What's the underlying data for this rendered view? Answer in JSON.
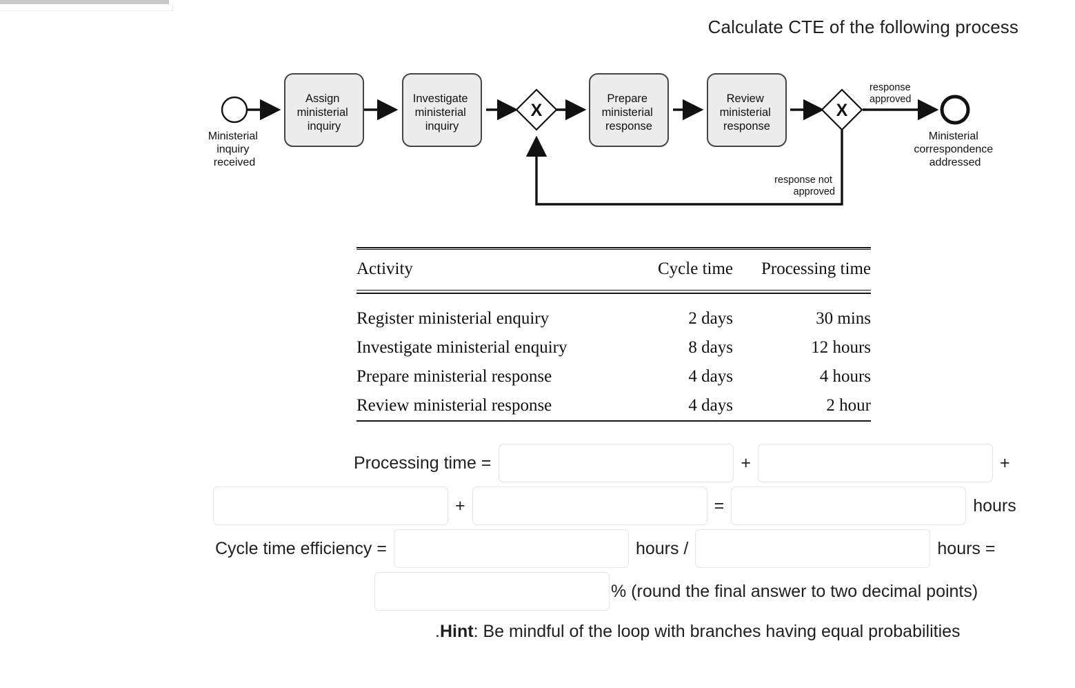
{
  "page_title": "Calculate CTE of the following process",
  "diagram": {
    "start_event_label": "Ministerial\ninquiry\nreceived",
    "start_event_label_lines": [
      "Ministerial",
      "inquiry",
      "received"
    ],
    "tasks": [
      {
        "lines": [
          "Assign",
          "ministerial",
          "inquiry"
        ]
      },
      {
        "lines": [
          "Investigate",
          "ministerial",
          "inquiry"
        ]
      },
      {
        "lines": [
          "Prepare",
          "ministerial",
          "response"
        ]
      },
      {
        "lines": [
          "Review",
          "ministerial",
          "response"
        ]
      }
    ],
    "gateway_symbol": "X",
    "flow_labels": {
      "approved": [
        "response",
        "approved"
      ],
      "not_approved": [
        "response not",
        "approved"
      ]
    },
    "end_event_label_lines": [
      "Ministerial",
      "correspondence",
      "addressed"
    ]
  },
  "table": {
    "columns": [
      "Activity",
      "Cycle time",
      "Processing time"
    ],
    "rows": [
      {
        "activity": "Register ministerial enquiry",
        "cycle_time": "2 days",
        "processing_time": "30 mins"
      },
      {
        "activity": "Investigate ministerial enquiry",
        "cycle_time": "8 days",
        "processing_time": "12 hours"
      },
      {
        "activity": "Prepare ministerial response",
        "cycle_time": "4 days",
        "processing_time": "4 hours"
      },
      {
        "activity": "Review ministerial response",
        "cycle_time": "4 days",
        "processing_time": "2 hour"
      }
    ]
  },
  "form": {
    "processing_time_label": "Processing time =",
    "cycle_time_efficiency_label": "Cycle time efficiency =",
    "plus": "+",
    "equals": "=",
    "divide": "/",
    "hours": "hours",
    "hours_slash": "hours /",
    "hours_equals": "hours =",
    "percent_note": "% (round the final answer to two decimal points)",
    "blanks": {
      "pt1": "",
      "pt2": "",
      "pt3": "",
      "pt4": "",
      "pt_total": "",
      "cte_numerator": "",
      "cte_denominator": "",
      "cte_result": ""
    },
    "hint_prefix": ".",
    "hint_bold": "Hint",
    "hint_rest": ": Be mindful of the loop with branches having equal probabilities"
  },
  "colors": {
    "task_fill": "#ececec",
    "stroke": "#1a1a1a",
    "input_border": "#e3e3e3",
    "top_strip": "#c8c8c8"
  }
}
